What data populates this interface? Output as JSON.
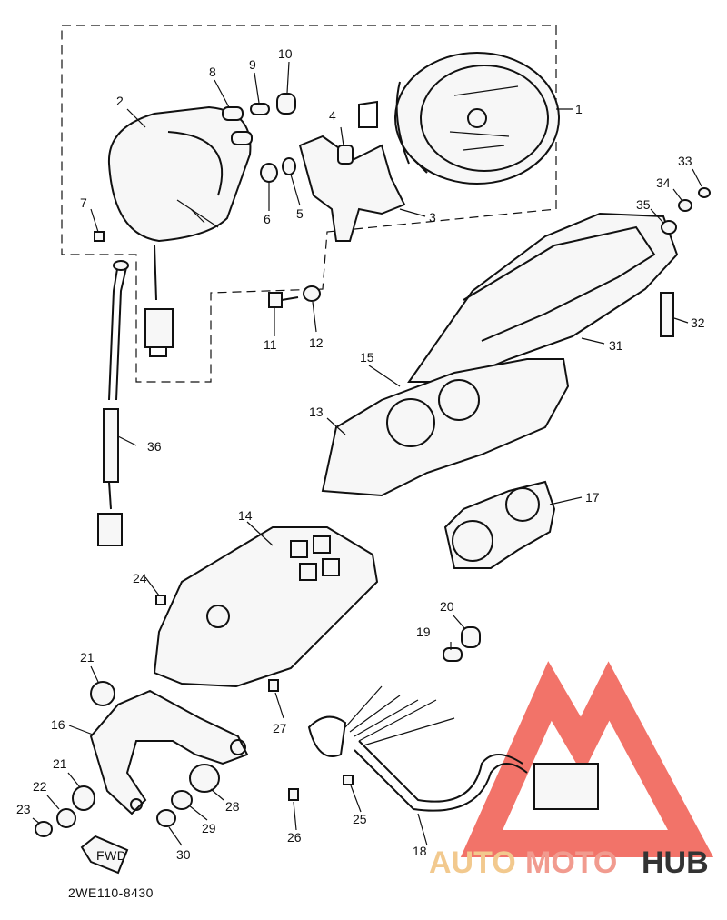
{
  "diagram_code": "2WE110-8430",
  "fwd_label": "FWD",
  "watermark": {
    "parts": [
      "AUTO",
      "MOTO",
      "HUB"
    ],
    "colors": {
      "auto": "#f2c98e",
      "moto": "#f19b8f",
      "hub": "#333333",
      "logo": "#f05a4f"
    }
  },
  "callouts": [
    "1",
    "2",
    "3",
    "4",
    "5",
    "6",
    "7",
    "8",
    "9",
    "10",
    "11",
    "12",
    "13",
    "14",
    "15",
    "16",
    "17",
    "18",
    "19",
    "20",
    "21",
    "21",
    "22",
    "23",
    "24",
    "25",
    "26",
    "27",
    "28",
    "29",
    "30",
    "31",
    "32",
    "33",
    "34",
    "35",
    "36"
  ]
}
